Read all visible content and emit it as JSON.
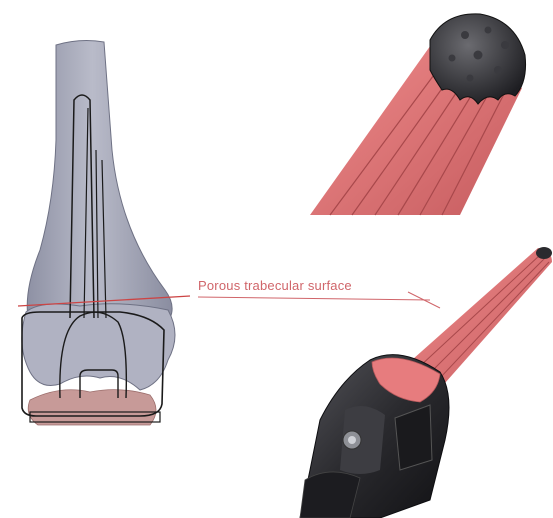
{
  "annotation": {
    "label": "Porous trabecular surface",
    "color": "#d0656a"
  },
  "colors": {
    "bone": "#a9abbb",
    "bone_dark": "#7f8296",
    "stem_pink": "#e8787a",
    "stem_pink_dark": "#c9595c",
    "implant_black": "#2b2b2e",
    "implant_grey": "#4a4a50",
    "tibia": "#c79a98"
  },
  "icons": [
    "femur-implant-diagram",
    "stem-tip-closeup",
    "knee-implant-stem-render"
  ]
}
